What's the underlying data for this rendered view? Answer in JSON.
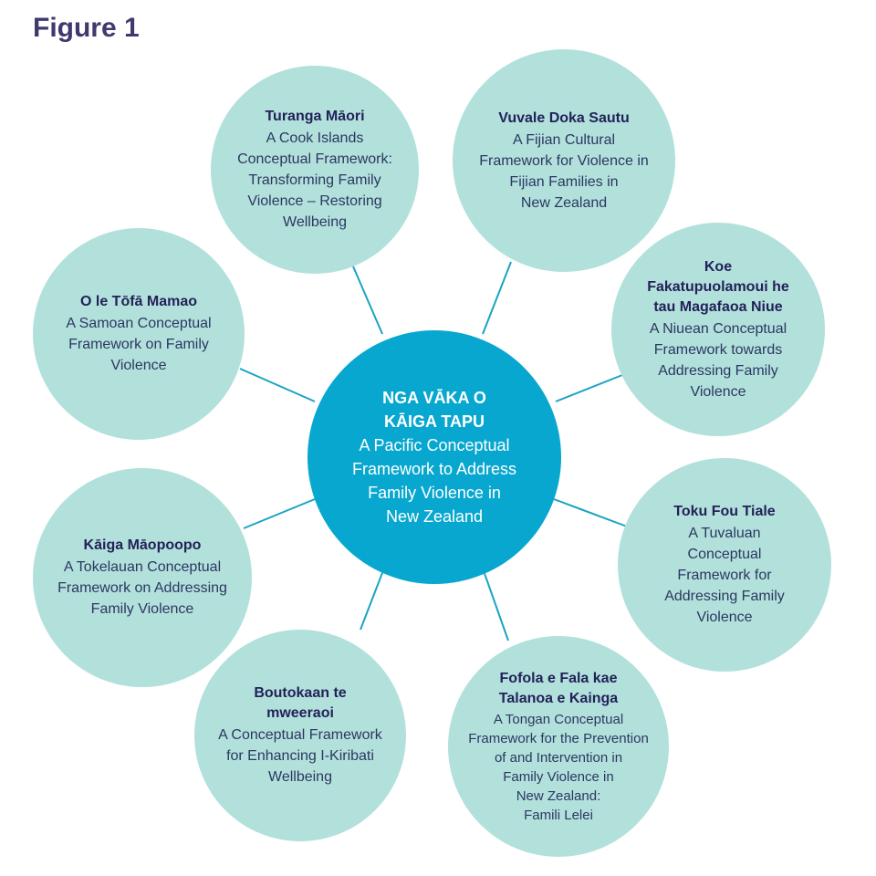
{
  "figure_title": "Figure 1",
  "colors": {
    "title": "#3f3a6d",
    "center_fill": "#08a7cf",
    "node_fill": "#b2e1dc",
    "connector": "#1aa3c4"
  },
  "center": {
    "title": "NGA VĀKA O\nKĀIGA TAPU",
    "description": "A Pacific Conceptual\nFramework to Address\nFamily Violence in\nNew Zealand"
  },
  "frameworks": [
    {
      "title": "Turanga Māori",
      "description": "A Cook Islands\nConceptual Framework:\nTransforming Family\nViolence – Restoring\nWellbeing"
    },
    {
      "title": "Vuvale Doka Sautu",
      "description": "A Fijian Cultural\nFramework for Violence in\nFijian Families in\nNew Zealand"
    },
    {
      "title": "Koe\nFakatupuolamoui he\ntau Magafaoa Niue",
      "description": "A Niuean Conceptual\nFramework towards\nAddressing Family\nViolence"
    },
    {
      "title": "Toku Fou Tiale",
      "description": "A Tuvaluan\nConceptual\nFramework for\nAddressing Family\nViolence"
    },
    {
      "title": "Fofola e Fala kae\nTalanoa e Kainga",
      "description": "A Tongan Conceptual\nFramework for the Prevention\nof and Intervention in\nFamily Violence in\nNew Zealand:\nFamili Lelei"
    },
    {
      "title": "Boutokaan te\nmweeraoi",
      "description": "A Conceptual Framework\nfor Enhancing I-Kiribati\nWellbeing"
    },
    {
      "title": "Kāiga Māopoopo",
      "description": "A Tokelauan Conceptual\nFramework on Addressing\nFamily Violence"
    },
    {
      "title": "O le Tōfā Mamao",
      "description": "A Samoan Conceptual\nFramework on Family\nViolence"
    }
  ]
}
